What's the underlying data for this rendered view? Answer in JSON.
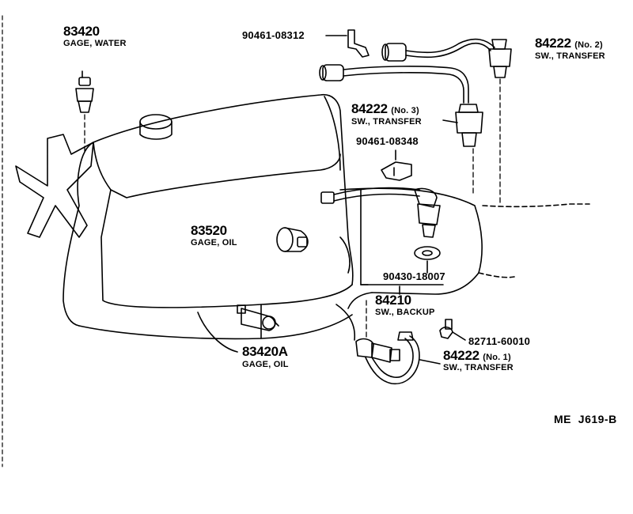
{
  "labels": {
    "p83420": {
      "number": "83420",
      "name": "GAGE, WATER"
    },
    "p90461a": {
      "number": "90461-08312"
    },
    "p84222n2": {
      "number": "84222",
      "note": "(No. 2)",
      "name": "SW., TRANSFER"
    },
    "p84222n3": {
      "number": "84222",
      "note": "(No. 3)",
      "name": "SW., TRANSFER"
    },
    "p90461b": {
      "number": "90461-08348"
    },
    "p83520": {
      "number": "83520",
      "name": "GAGE, OIL"
    },
    "p90430": {
      "number": "90430-18007"
    },
    "p84210": {
      "number": "84210",
      "name": "SW., BACKUP"
    },
    "p82711": {
      "number": "82711-60010"
    },
    "p84222n1": {
      "number": "84222",
      "note": "(No. 1)",
      "name": "SW., TRANSFER"
    },
    "p83420a": {
      "number": "83420A",
      "name": "GAGE, OIL"
    }
  },
  "reference": "ME  J619-B"
}
